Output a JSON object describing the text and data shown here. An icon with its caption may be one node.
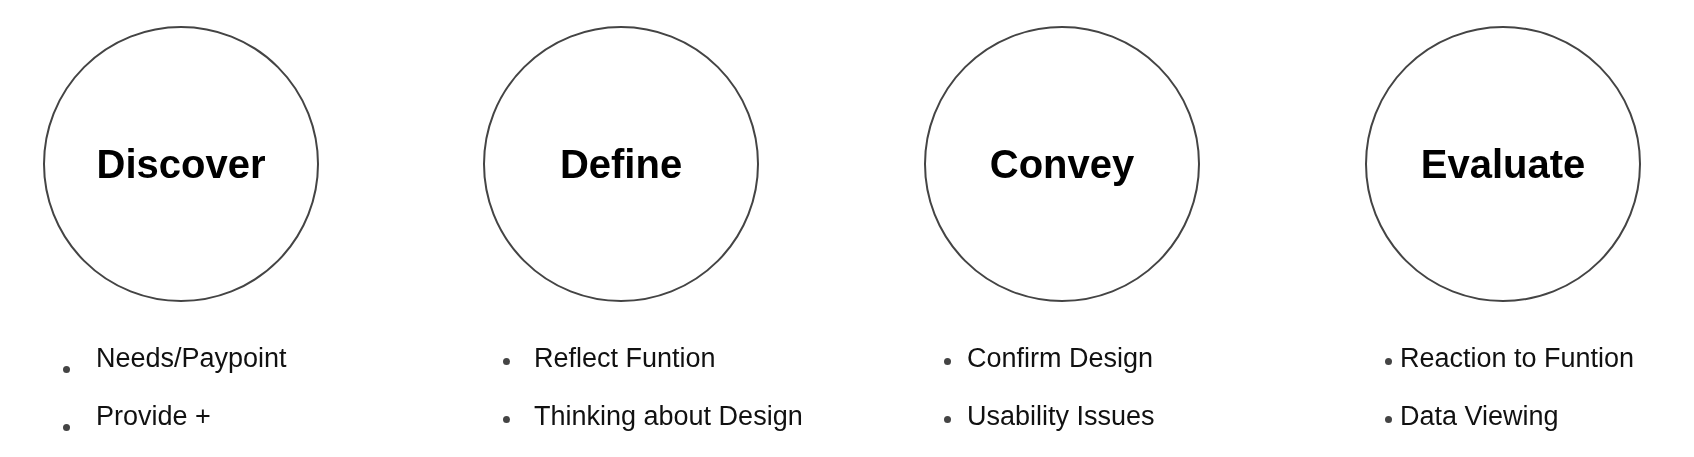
{
  "diagram": {
    "nodes": [
      {
        "text": [
          "Discover"
        ],
        "beside": [
          "Needs/Paypoint",
          "Provide +"
        ]
      },
      {
        "text": [
          "Define"
        ],
        "beside": [
          "Reflect Funtion",
          "Thinking about Design"
        ]
      },
      {
        "text": [
          "Convey"
        ],
        "beside": [
          "Confirm Design",
          "Usability Issues"
        ]
      },
      {
        "text": [
          "Evaluate"
        ],
        "beside": [
          "Reaction to Funtion",
          "Data Viewing"
        ]
      }
    ]
  }
}
